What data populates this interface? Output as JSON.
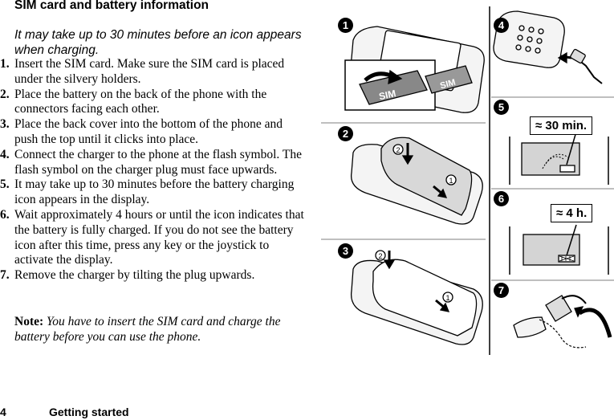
{
  "section_title": "SIM card and battery information",
  "intro": "It may take up to 30 minutes before an icon appears when charging.",
  "steps": [
    {
      "num": "1.",
      "text": "Insert the SIM card. Make sure the SIM card is placed under the silvery holders."
    },
    {
      "num": "2.",
      "text": "Place the battery on the back of the phone with the connectors facing each other."
    },
    {
      "num": "3.",
      "text": "Place the back cover into the bottom of the phone and push the top until it clicks into place."
    },
    {
      "num": "4.",
      "text": "Connect the charger to the phone at the flash symbol. The flash symbol on the charger plug must face upwards."
    },
    {
      "num": "5.",
      "text": "It may take up to 30 minutes before the battery charging icon appears in the display."
    },
    {
      "num": "6.",
      "text": "Wait approximately 4 hours or until the icon indicates that the battery is fully charged. If you do not see the battery icon after this time, press any key or the joystick to activate the display."
    },
    {
      "num": "7.",
      "text": "Remove the charger by tilting the plug upwards."
    }
  ],
  "note": {
    "label": "Note:",
    "text": "You have to insert the SIM card and charge the battery before you can use the phone."
  },
  "footer": {
    "page_number": "4",
    "section": "Getting started"
  },
  "illustrations": {
    "badges": [
      "1",
      "2",
      "3",
      "4",
      "5",
      "6",
      "7"
    ],
    "sim_label": "SIM",
    "callout_30": "≈ 30 min.",
    "callout_4h": "≈ 4 h.",
    "sub_markers": [
      "1",
      "2"
    ]
  }
}
